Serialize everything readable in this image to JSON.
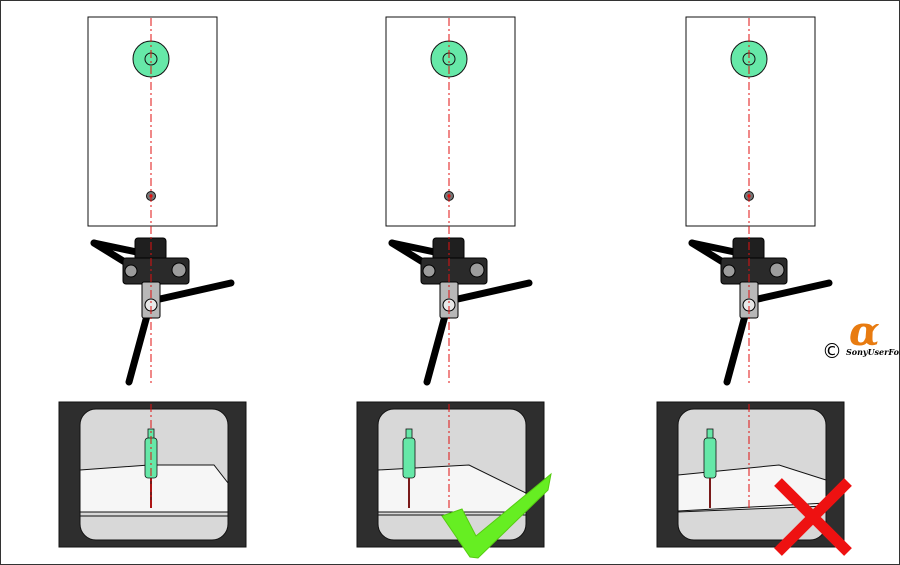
{
  "colors": {
    "outline": "#111111",
    "axis_line": "#e01010",
    "target_fill": "#66e8a8",
    "screen_frame": "#2e2e2e",
    "screen_bg": "#d8d8d8",
    "screen_table": "#f6f6f6",
    "mount_dark": "#1f1f1f",
    "mount_grey": "#9c9c9c",
    "slider_grey": "#b8b8b8",
    "check_green": "#66ee22",
    "cross_red": "#ee1111",
    "logo_orange": "#e87b10",
    "logo_text": "#000000"
  },
  "panels": [
    {
      "name": "panel-left",
      "verdict": "none"
    },
    {
      "name": "panel-middle",
      "verdict": "correct"
    },
    {
      "name": "panel-right",
      "verdict": "incorrect"
    }
  ],
  "icons": {
    "check": "check-icon",
    "cross": "cross-icon",
    "copyright": "copyright-icon",
    "alpha_logo": "alpha-logo-icon"
  },
  "watermark": {
    "copyright_symbol": "©",
    "alpha_symbol": "α",
    "text": "SonyUserForum"
  }
}
